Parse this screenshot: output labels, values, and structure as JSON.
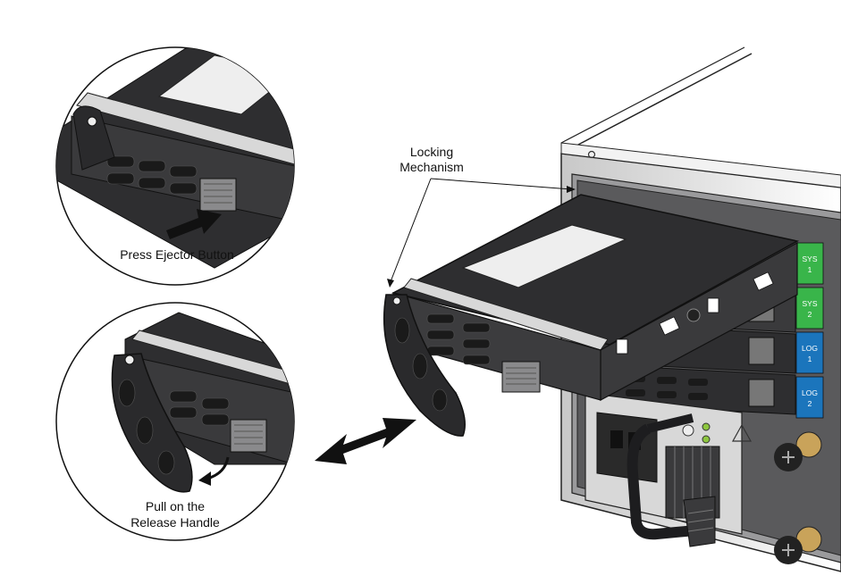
{
  "labels": {
    "locking_line1": "Locking",
    "locking_line2": "Mechanism",
    "press_ejector": "Press Ejector Button",
    "pull_line1": "Pull on the",
    "pull_line2": "Release Handle"
  },
  "bays": [
    {
      "line1": "SYS",
      "line2": "1",
      "color": "#39b54a"
    },
    {
      "line1": "SYS",
      "line2": "2",
      "color": "#39b54a"
    },
    {
      "line1": "LOG",
      "line2": "1",
      "color": "#1b75bc"
    },
    {
      "line1": "LOG",
      "line2": "2",
      "color": "#1b75bc"
    }
  ],
  "colors": {
    "drive_dark": "#2e2e30",
    "drive_mid": "#4a4a4c",
    "chassis": "#d9d9d9",
    "panel": "#4b4b4d",
    "green_led": "#8dc63f"
  },
  "icons": [
    "warning-triangle-icon",
    "thumbscrew-icon",
    "double-arrow-icon",
    "curved-arrow-icon",
    "push-arrow-icon"
  ]
}
